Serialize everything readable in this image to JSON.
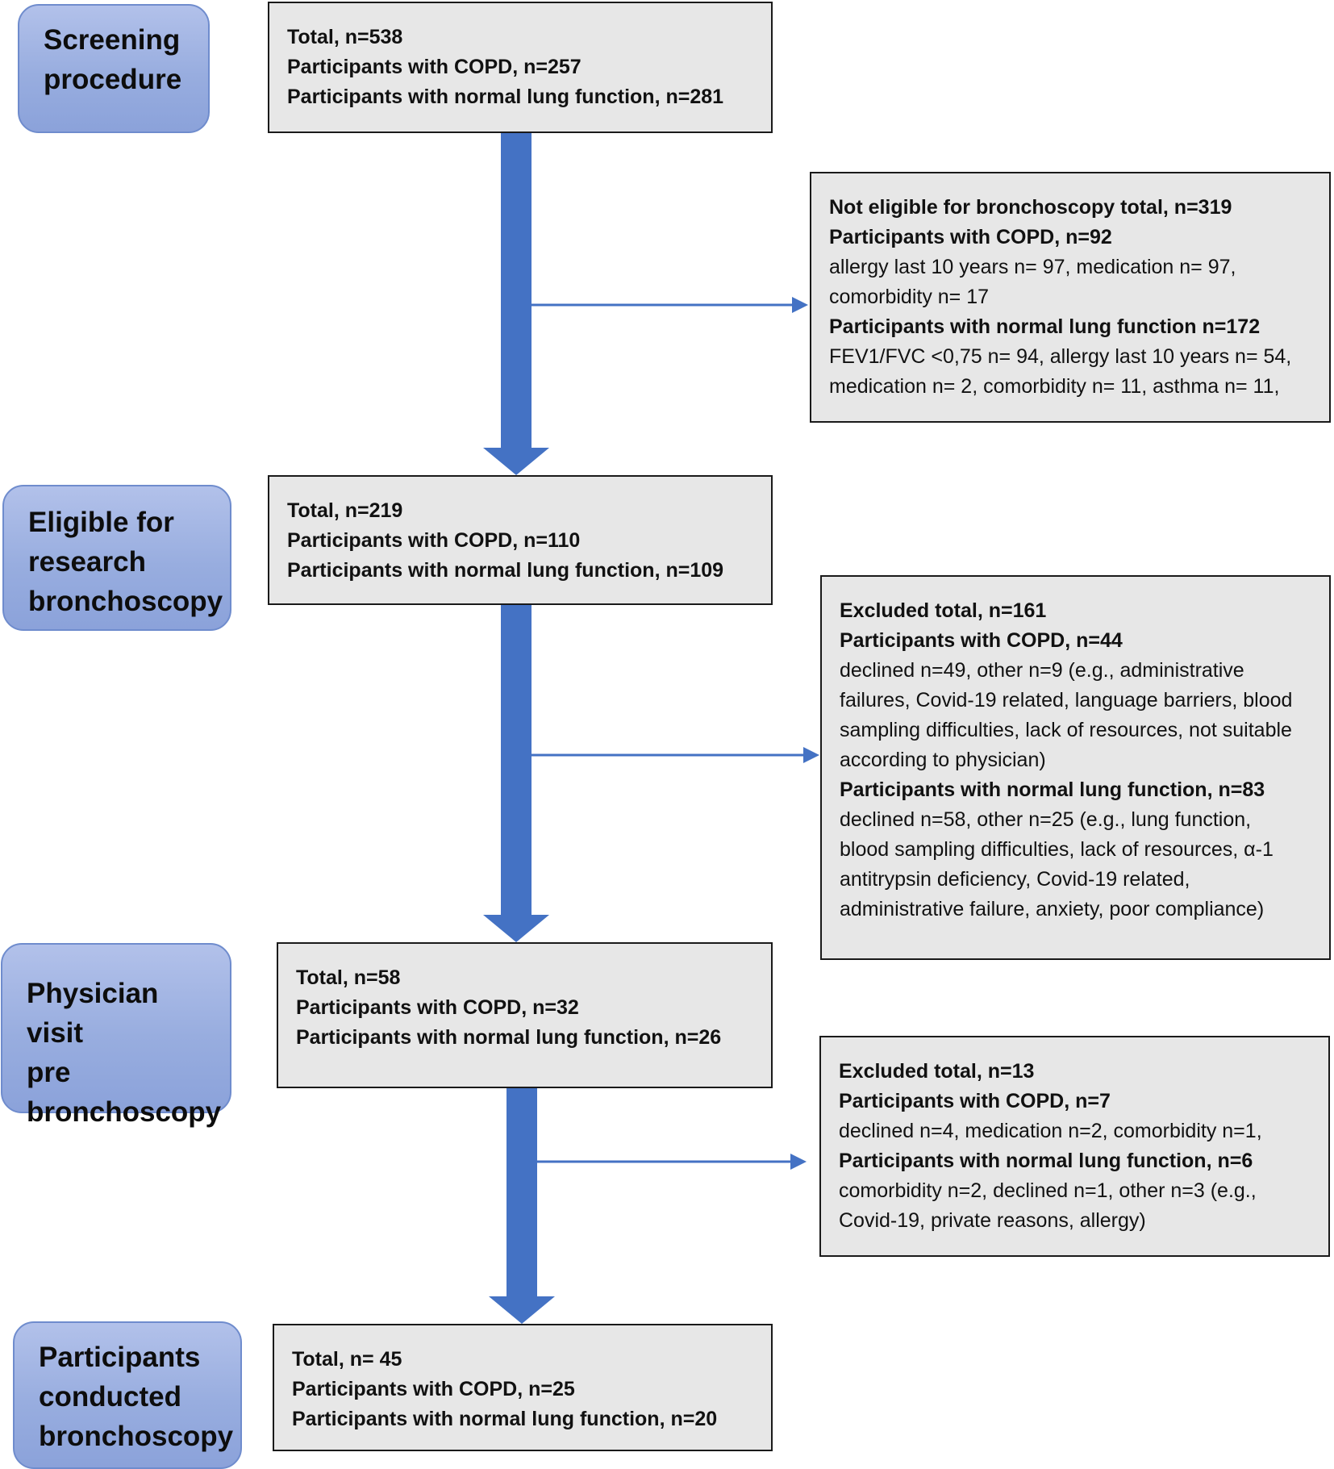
{
  "stages": [
    {
      "lines": [
        "Screening",
        "procedure"
      ]
    },
    {
      "lines": [
        "Eligible for",
        "research",
        "bronchoscopy"
      ]
    },
    {
      "lines": [
        "Physician visit",
        "pre",
        "bronchoscopy"
      ]
    },
    {
      "lines": [
        "Participants",
        "conducted",
        "bronchoscopy"
      ]
    }
  ],
  "main_boxes": [
    {
      "lines": [
        "Total, n=538",
        "Participants with COPD, n=257",
        "Participants with normal lung function, n=281"
      ]
    },
    {
      "lines": [
        "Total, n=219",
        "Participants  with COPD, n=110",
        "Participants with normal lung function, n=109"
      ]
    },
    {
      "lines": [
        "Total, n=58",
        "Participants with COPD, n=32",
        "Participants with normal lung function, n=26"
      ]
    },
    {
      "lines": [
        "Total, n= 45",
        "Participants with COPD, n=25",
        "Participants with normal lung function, n=20"
      ]
    }
  ],
  "side_boxes": [
    {
      "lines": [
        {
          "text": "Not eligible for bronchoscopy total, n=319",
          "bold": true
        },
        {
          "text": "Participants with COPD, n=92",
          "bold": true
        },
        {
          "text": "allergy last 10 years n= 97, medication n= 97,",
          "bold": false
        },
        {
          "text": "comorbidity n= 17",
          "bold": false
        },
        {
          "text": "Participants with normal lung function n=172",
          "bold": true
        },
        {
          "text": "FEV1/FVC <0,75 n= 94, allergy last 10 years n= 54,",
          "bold": false
        },
        {
          "text": "medication n= 2, comorbidity n= 11,  asthma n= 11,",
          "bold": false
        }
      ]
    },
    {
      "lines": [
        {
          "text": "Excluded total, n=161",
          "bold": true
        },
        {
          "text": "Participants with COPD, n=44",
          "bold": true
        },
        {
          "text": "declined n=49, other n=9 (e.g., administrative",
          "bold": false
        },
        {
          "text": "failures, Covid-19 related, language barriers, blood",
          "bold": false
        },
        {
          "text": "sampling difficulties, lack of resources, not suitable",
          "bold": false
        },
        {
          "text": "according to physician)",
          "bold": false
        },
        {
          "text": "Participants with normal lung function, n=83",
          "bold": true
        },
        {
          "text": "declined n=58, other n=25 (e.g., lung function,",
          "bold": false
        },
        {
          "text": "blood sampling difficulties, lack of resources, α-1",
          "bold": false
        },
        {
          "text": "antitrypsin deficiency, Covid-19 related,",
          "bold": false
        },
        {
          "text": "administrative failure, anxiety, poor compliance)",
          "bold": false
        }
      ]
    },
    {
      "lines": [
        {
          "text": "Excluded total, n=13",
          "bold": true
        },
        {
          "text": "Participants with COPD, n=7",
          "bold": true
        },
        {
          "text": "declined n=4, medication n=2, comorbidity n=1,",
          "bold": false
        },
        {
          "text": "Participants with normal lung function, n=6",
          "bold": true
        },
        {
          "text": "comorbidity n=2, declined n=1, other n=3 (e.g.,",
          "bold": false
        },
        {
          "text": "Covid-19, private reasons, allergy)",
          "bold": false
        }
      ]
    }
  ],
  "colors": {
    "arrow": "#4472c4",
    "stage_fill": "#98addf",
    "box_fill": "#e7e7e7"
  }
}
